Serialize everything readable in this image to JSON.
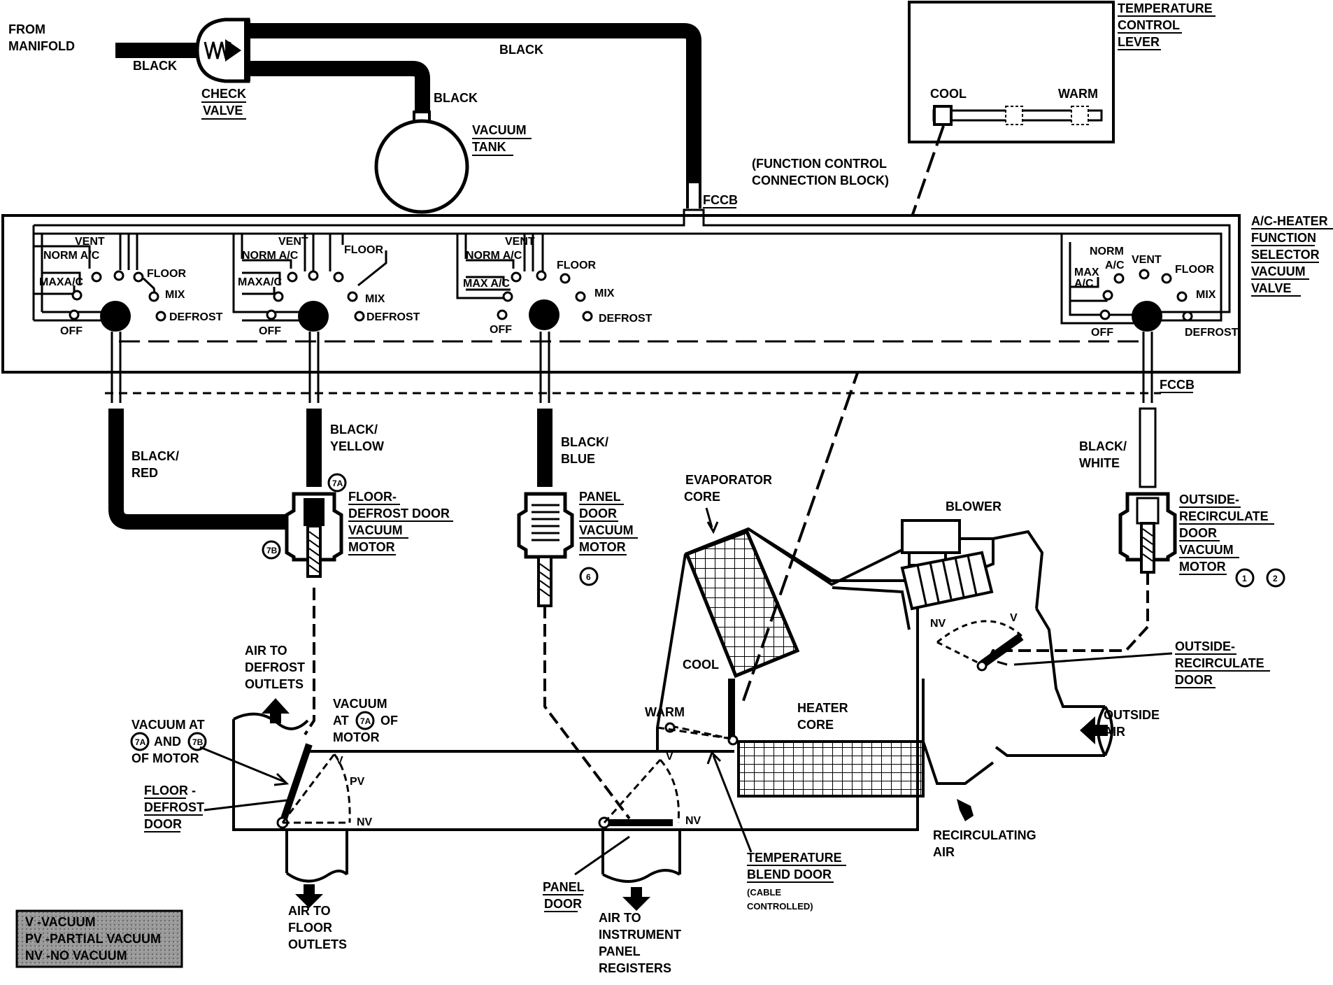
{
  "source": {
    "from_manifold": "FROM",
    "from_manifold2": "MANIFOLD",
    "check_valve": "CHECK",
    "check_valve2": "VALVE",
    "vacuum_tank": "VACUUM",
    "vacuum_tank2": "TANK"
  },
  "hose_colors": {
    "black_inlet": "BLACK",
    "black_top": "BLACK",
    "black_tank": "BLACK",
    "black_red": "BLACK/",
    "black_red2": "RED",
    "black_yellow": "BLACK/",
    "black_yellow2": "YELLOW",
    "black_blue": "BLACK/",
    "black_blue2": "BLUE",
    "black_white": "BLACK/",
    "black_white2": "WHITE"
  },
  "fccb": {
    "top": "FCCB",
    "bottom": "FCCB",
    "note1": "(FUNCTION CONTROL",
    "note2": "CONNECTION BLOCK)"
  },
  "temperature_lever": {
    "title1": "TEMPERATURE",
    "title2": "CONTROL",
    "title3": "LEVER",
    "cool": "COOL",
    "warm": "WARM"
  },
  "selector_valve": {
    "title1": "A/C-HEATER",
    "title2": "FUNCTION",
    "title3": "SELECTOR",
    "title4": "VACUUM",
    "title5": "VALVE"
  },
  "valve_sections": [
    {
      "vent": "VENT",
      "norm": "NORM A/C",
      "floor": "FLOOR",
      "max": "MAXA/C",
      "mix": "MIX",
      "defrost": "DEFROST",
      "off": "OFF"
    },
    {
      "vent": "VENT",
      "norm": "NORM A/C",
      "floor": "FLOOR",
      "max": "MAXA/C",
      "mix": "MIX",
      "defrost": "DEFROST",
      "off": "OFF"
    },
    {
      "vent": "VENT",
      "norm": "NORM A/C",
      "floor": "FLOOR",
      "max": "MAX A/C",
      "mix": "MIX",
      "defrost": "DEFROST",
      "off": "OFF"
    },
    {
      "norm": "NORM",
      "ac": "A/C",
      "vent": "VENT",
      "floor": "FLOOR",
      "max": "MAX",
      "max2": "A/C",
      "mix": "MIX",
      "defrost": "DEFROST",
      "off": "OFF"
    }
  ],
  "motors": {
    "floor_defrost": {
      "l1": "FLOOR-",
      "l2": "DEFROST DOOR",
      "l3": "VACUUM",
      "l4": "MOTOR",
      "port_a": "7A",
      "port_b": "7B"
    },
    "panel": {
      "l1": "PANEL",
      "l2": "DOOR",
      "l3": "VACUUM",
      "l4": "MOTOR",
      "ref": "6"
    },
    "outside_recirc": {
      "l1": "OUTSIDE-",
      "l2": "RECIRCULATE",
      "l3": "DOOR",
      "l4": "VACUUM",
      "l5": "MOTOR",
      "ref1": "1",
      "ref2": "2"
    }
  },
  "ducts": {
    "evaporator": {
      "l1": "EVAPORATOR",
      "l2": "CORE"
    },
    "blower": "BLOWER",
    "heater": {
      "l1": "HEATER",
      "l2": "CORE"
    },
    "cool": "COOL",
    "warm": "WARM",
    "outside_recirc_door": {
      "l1": "OUTSIDE-",
      "l2": "RECIRCULATE",
      "l3": "DOOR"
    },
    "outside_air": {
      "l1": "OUTSIDE",
      "l2": "AIR"
    },
    "recirc_air": {
      "l1": "RECIRCULATING",
      "l2": "AIR"
    },
    "temp_blend": {
      "l1": "TEMPERATURE",
      "l2": "BLEND DOOR",
      "l3": "(CABLE",
      "l4": "CONTROLLED)"
    },
    "defrost_outlets": {
      "l1": "AIR TO",
      "l2": "DEFROST",
      "l3": "OUTLETS"
    },
    "floor_outlets": {
      "l1": "AIR TO",
      "l2": "FLOOR",
      "l3": "OUTLETS"
    },
    "panel_registers": {
      "l1": "AIR TO",
      "l2": "INSTRUMENT",
      "l3": "PANEL",
      "l4": "REGISTERS"
    },
    "vac_motor_ports": {
      "l1": "VACUUM AT",
      "and": "AND",
      "l3": "OF MOTOR"
    },
    "vac_at_7a": {
      "l1": "VACUUM",
      "at": "AT",
      "of": "OF",
      "l3": "MOTOR"
    },
    "floor_defrost_door": {
      "l1": "FLOOR -",
      "l2": "DEFROST",
      "l3": "DOOR"
    },
    "panel_door": {
      "l1": "PANEL",
      "l2": "DOOR"
    },
    "pos_v": "V",
    "pos_pv": "PV",
    "pos_nv": "NV"
  },
  "legend": {
    "v": "V   -VACUUM",
    "pv": "PV -PARTIAL VACUUM",
    "nv": "NV -NO VACUUM"
  }
}
